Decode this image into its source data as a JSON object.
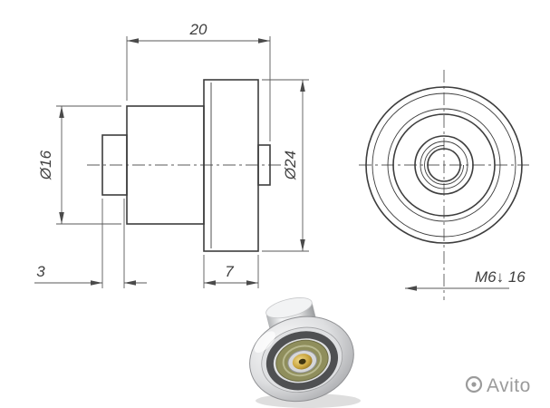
{
  "page": {
    "background": "#ffffff"
  },
  "drawing": {
    "side_view": {
      "dim_length": "20",
      "dim_dia_body": "Ø16",
      "dim_dia_flange": "Ø24",
      "dim_step": "3",
      "dim_flange_width": "7"
    },
    "front_view": {
      "thread_callout": "M6↓ 16"
    },
    "colors": {
      "object_line": "#3d3d3d",
      "dimension_line": "#5a5a5a",
      "dimension_text": "#3f3f3f"
    }
  },
  "photo": {
    "colors": {
      "flange_metal": "#d9dadc",
      "bearing_ring": "#4f5052",
      "shield_olive": "#8f8e5c",
      "center_brass": "#c9a43e"
    }
  },
  "watermark": {
    "label": "Avito",
    "color": "#9b9b9b"
  }
}
